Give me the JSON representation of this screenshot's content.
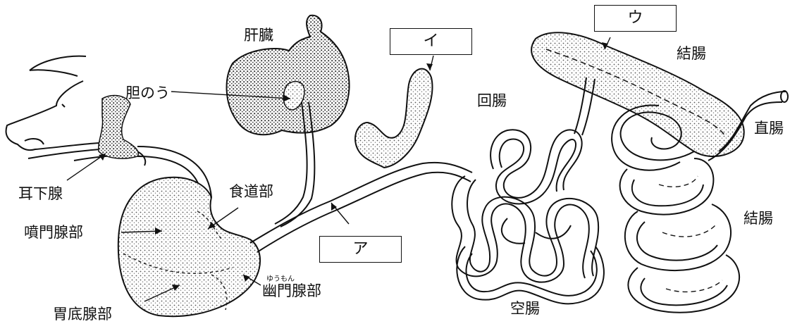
{
  "labels": {
    "liver": "肝臓",
    "gallbladder": "胆のう",
    "parotid": "耳下腺",
    "esophageal": "食道部",
    "cardiac": "噴門腺部",
    "fundic": "胃底腺部",
    "pyloric": "幽門腺部",
    "pyloric_ruby": "ゆうもん",
    "ileum": "回腸",
    "jejunum": "空腸",
    "colon_top": "結腸",
    "colon_right": "結腸",
    "rectum": "直腸"
  },
  "boxes": {
    "a": "ア",
    "i": "イ",
    "u": "ウ"
  }
}
